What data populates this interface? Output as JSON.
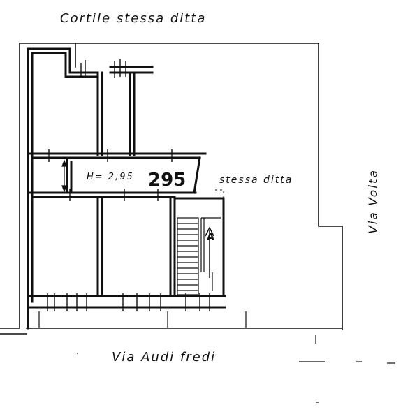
{
  "labels": {
    "north": "Cortile   stessa  ditta",
    "east_neighbor": "stessa  ditta",
    "street_right": "Via  Volta",
    "street_bottom": "Via   Audi fredi",
    "height_note": "H= 2,95",
    "handwritten_height": "295",
    "stair_arrow": "A"
  },
  "colors": {
    "ink": "#111111",
    "background": "#ffffff"
  }
}
